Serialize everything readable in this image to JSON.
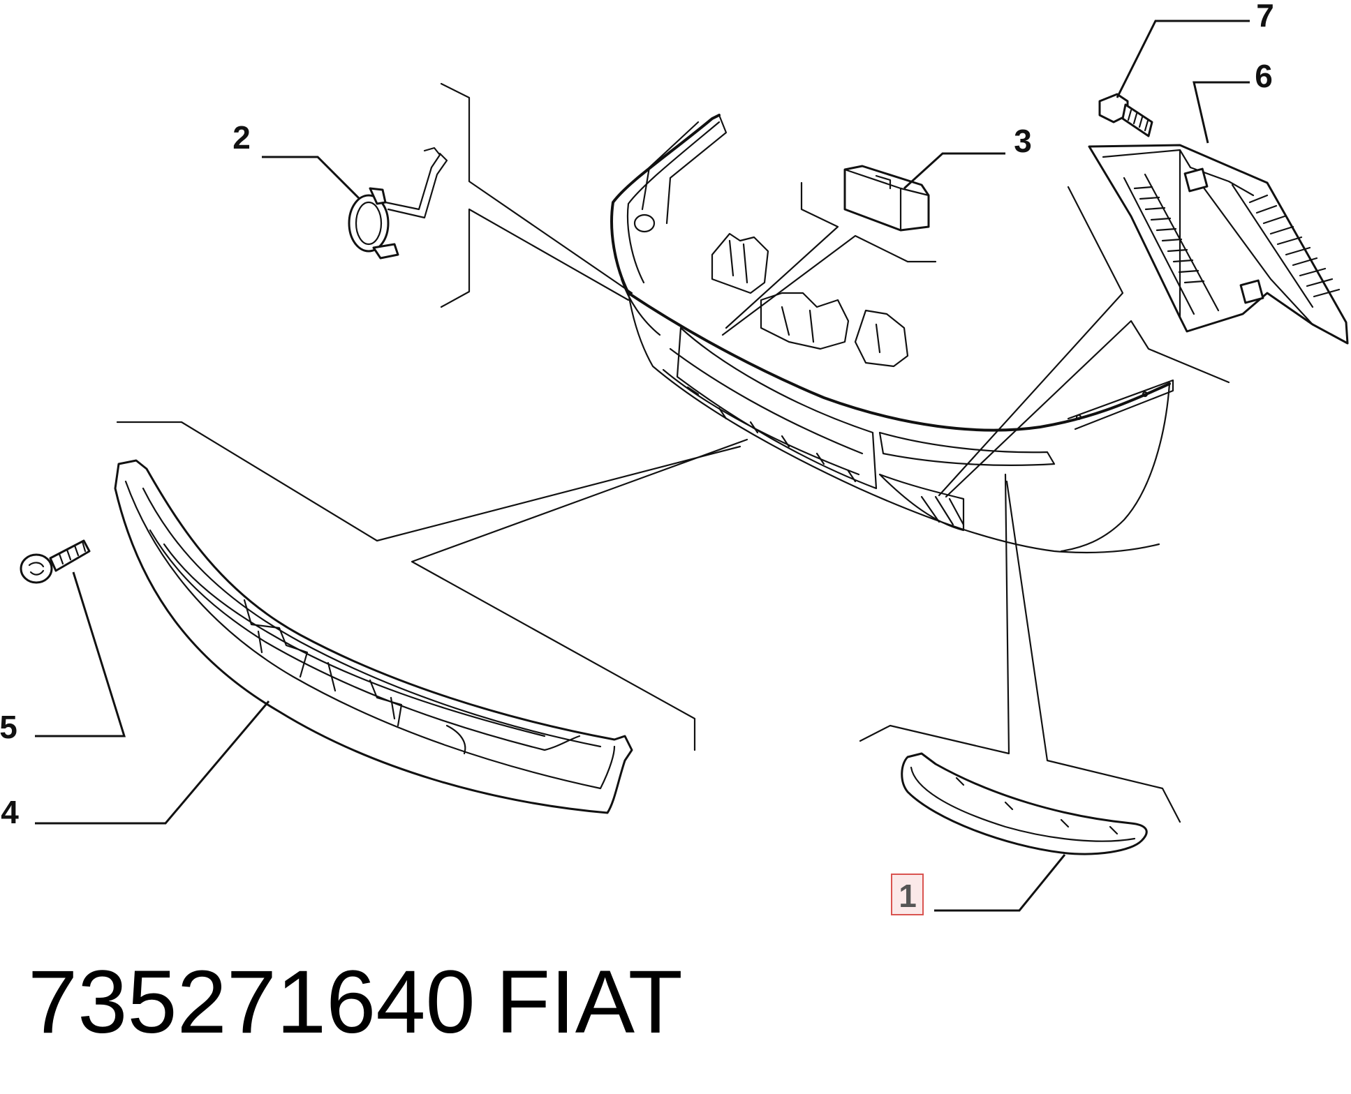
{
  "callouts": [
    {
      "id": "1",
      "label": "1",
      "highlighted": true
    },
    {
      "id": "2",
      "label": "2"
    },
    {
      "id": "3",
      "label": "3"
    },
    {
      "id": "4",
      "label": "4"
    },
    {
      "id": "5",
      "label": "5"
    },
    {
      "id": "6",
      "label": "6"
    },
    {
      "id": "7",
      "label": "7"
    }
  ],
  "footer": {
    "part_number": "735271640",
    "brand": "FIAT"
  },
  "colors": {
    "line": "#111111",
    "highlight_border": "#d9534f",
    "highlight_fill": "#fbe9e9"
  }
}
